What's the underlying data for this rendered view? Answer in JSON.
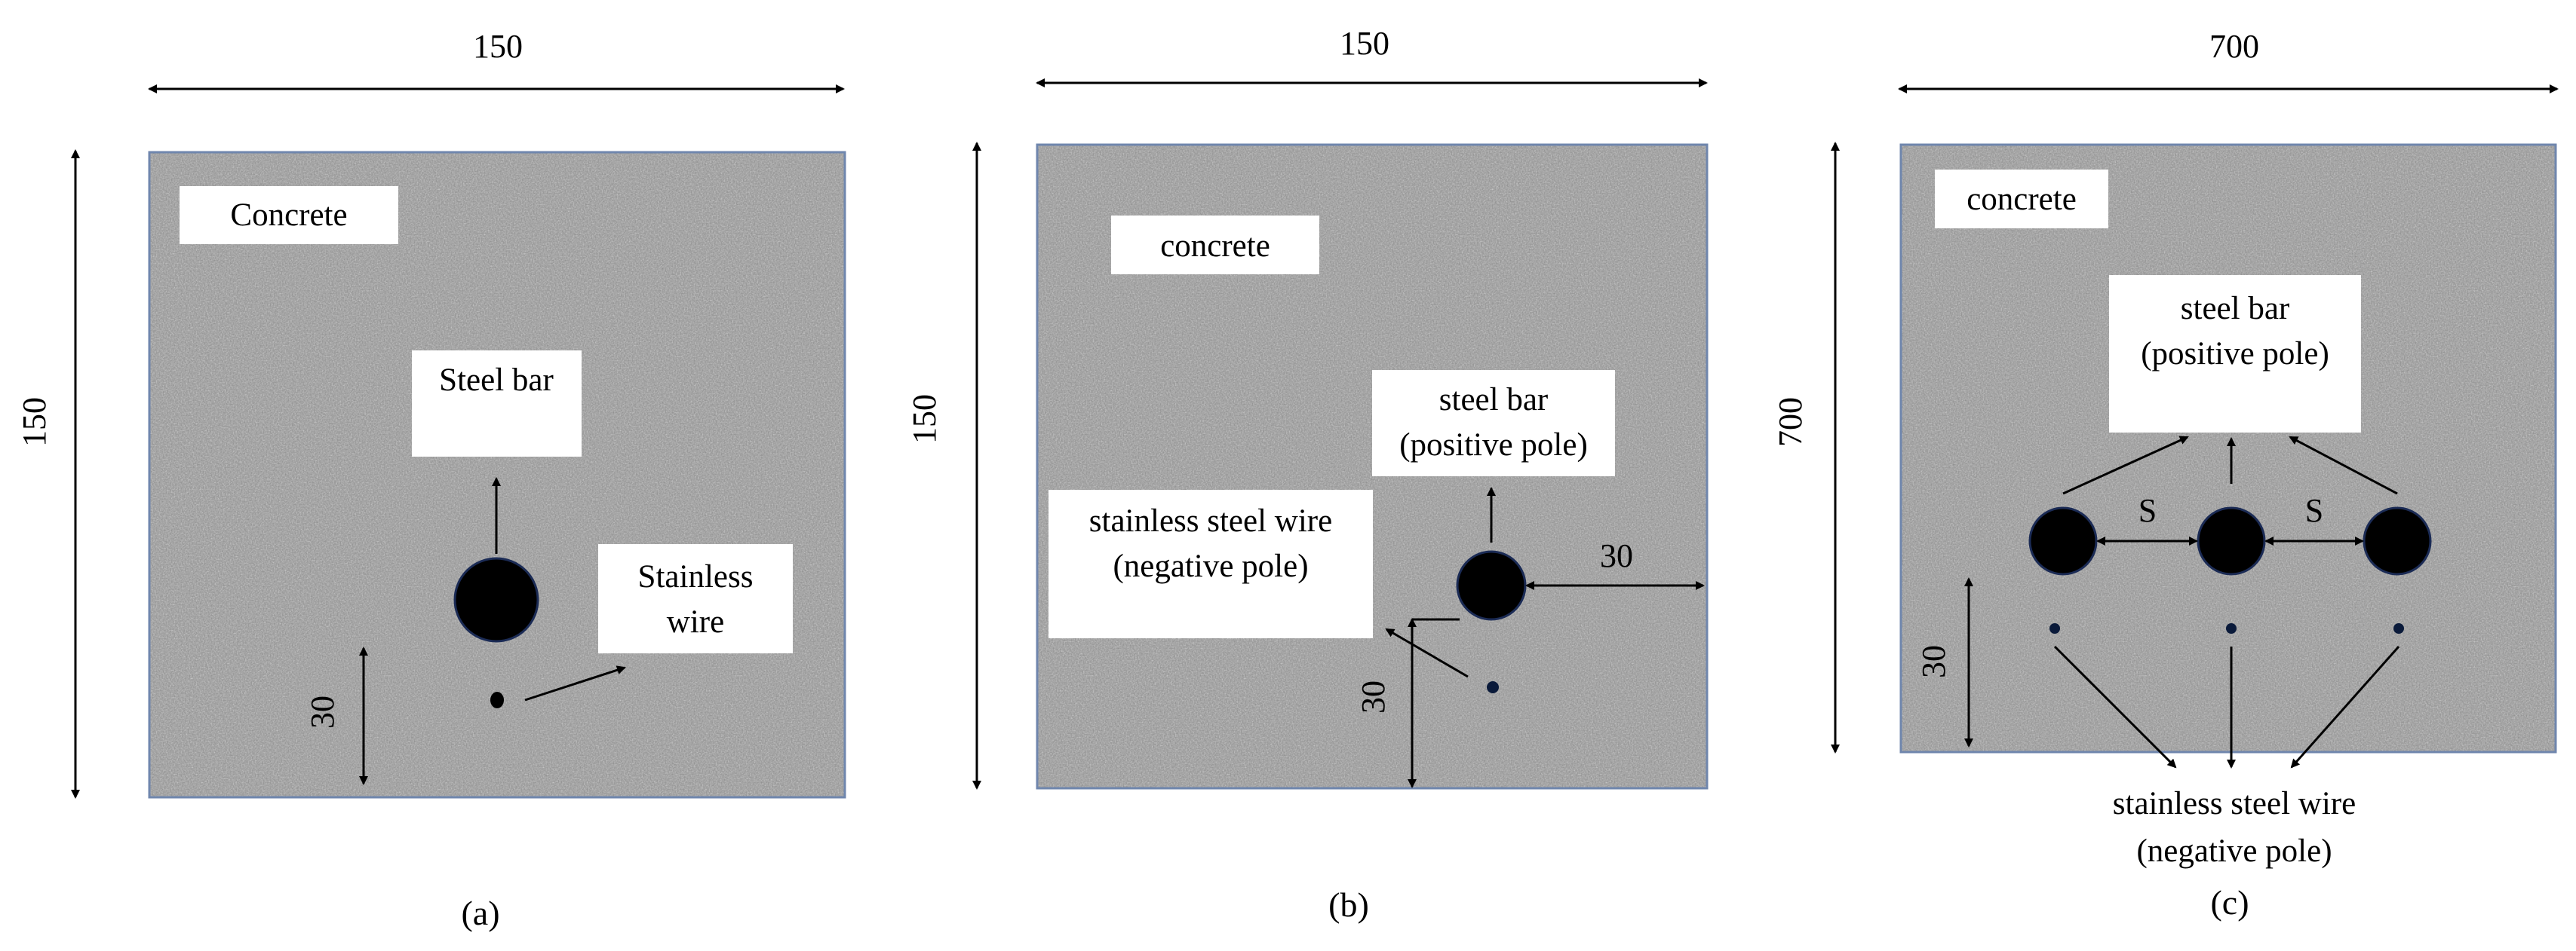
{
  "panel_a": {
    "caption": "(a)",
    "dim_top": "150",
    "dim_left": "150",
    "dim_cover": "30",
    "label_concrete": "Concrete",
    "label_steel_bar": "Steel bar",
    "label_wire_line1": "Stainless",
    "label_wire_line2": "wire"
  },
  "panel_b": {
    "caption": "(b)",
    "dim_top": "150",
    "dim_left": "150",
    "dim_cover_bottom": "30",
    "dim_cover_side": "30",
    "label_concrete": "concrete",
    "label_steel_line1": "steel bar",
    "label_steel_line2": "(positive pole)",
    "label_wire_line1": "stainless steel wire",
    "label_wire_line2": "(negative pole)"
  },
  "panel_c": {
    "caption": "(c)",
    "dim_top": "700",
    "dim_left": "700",
    "dim_cover": "30",
    "spacing_left": "S",
    "spacing_right": "S",
    "label_concrete": "concrete",
    "label_steel_line1": "steel bar",
    "label_steel_line2": "(positive pole)",
    "label_wire_line1": "stainless steel wire",
    "label_wire_line2": "(negative pole)"
  },
  "colors": {
    "concrete_base": "#8b8b8b",
    "panel_border": "#6f86ad",
    "bar_fill": "#000000",
    "wire_fill": "#0a1a3a"
  }
}
